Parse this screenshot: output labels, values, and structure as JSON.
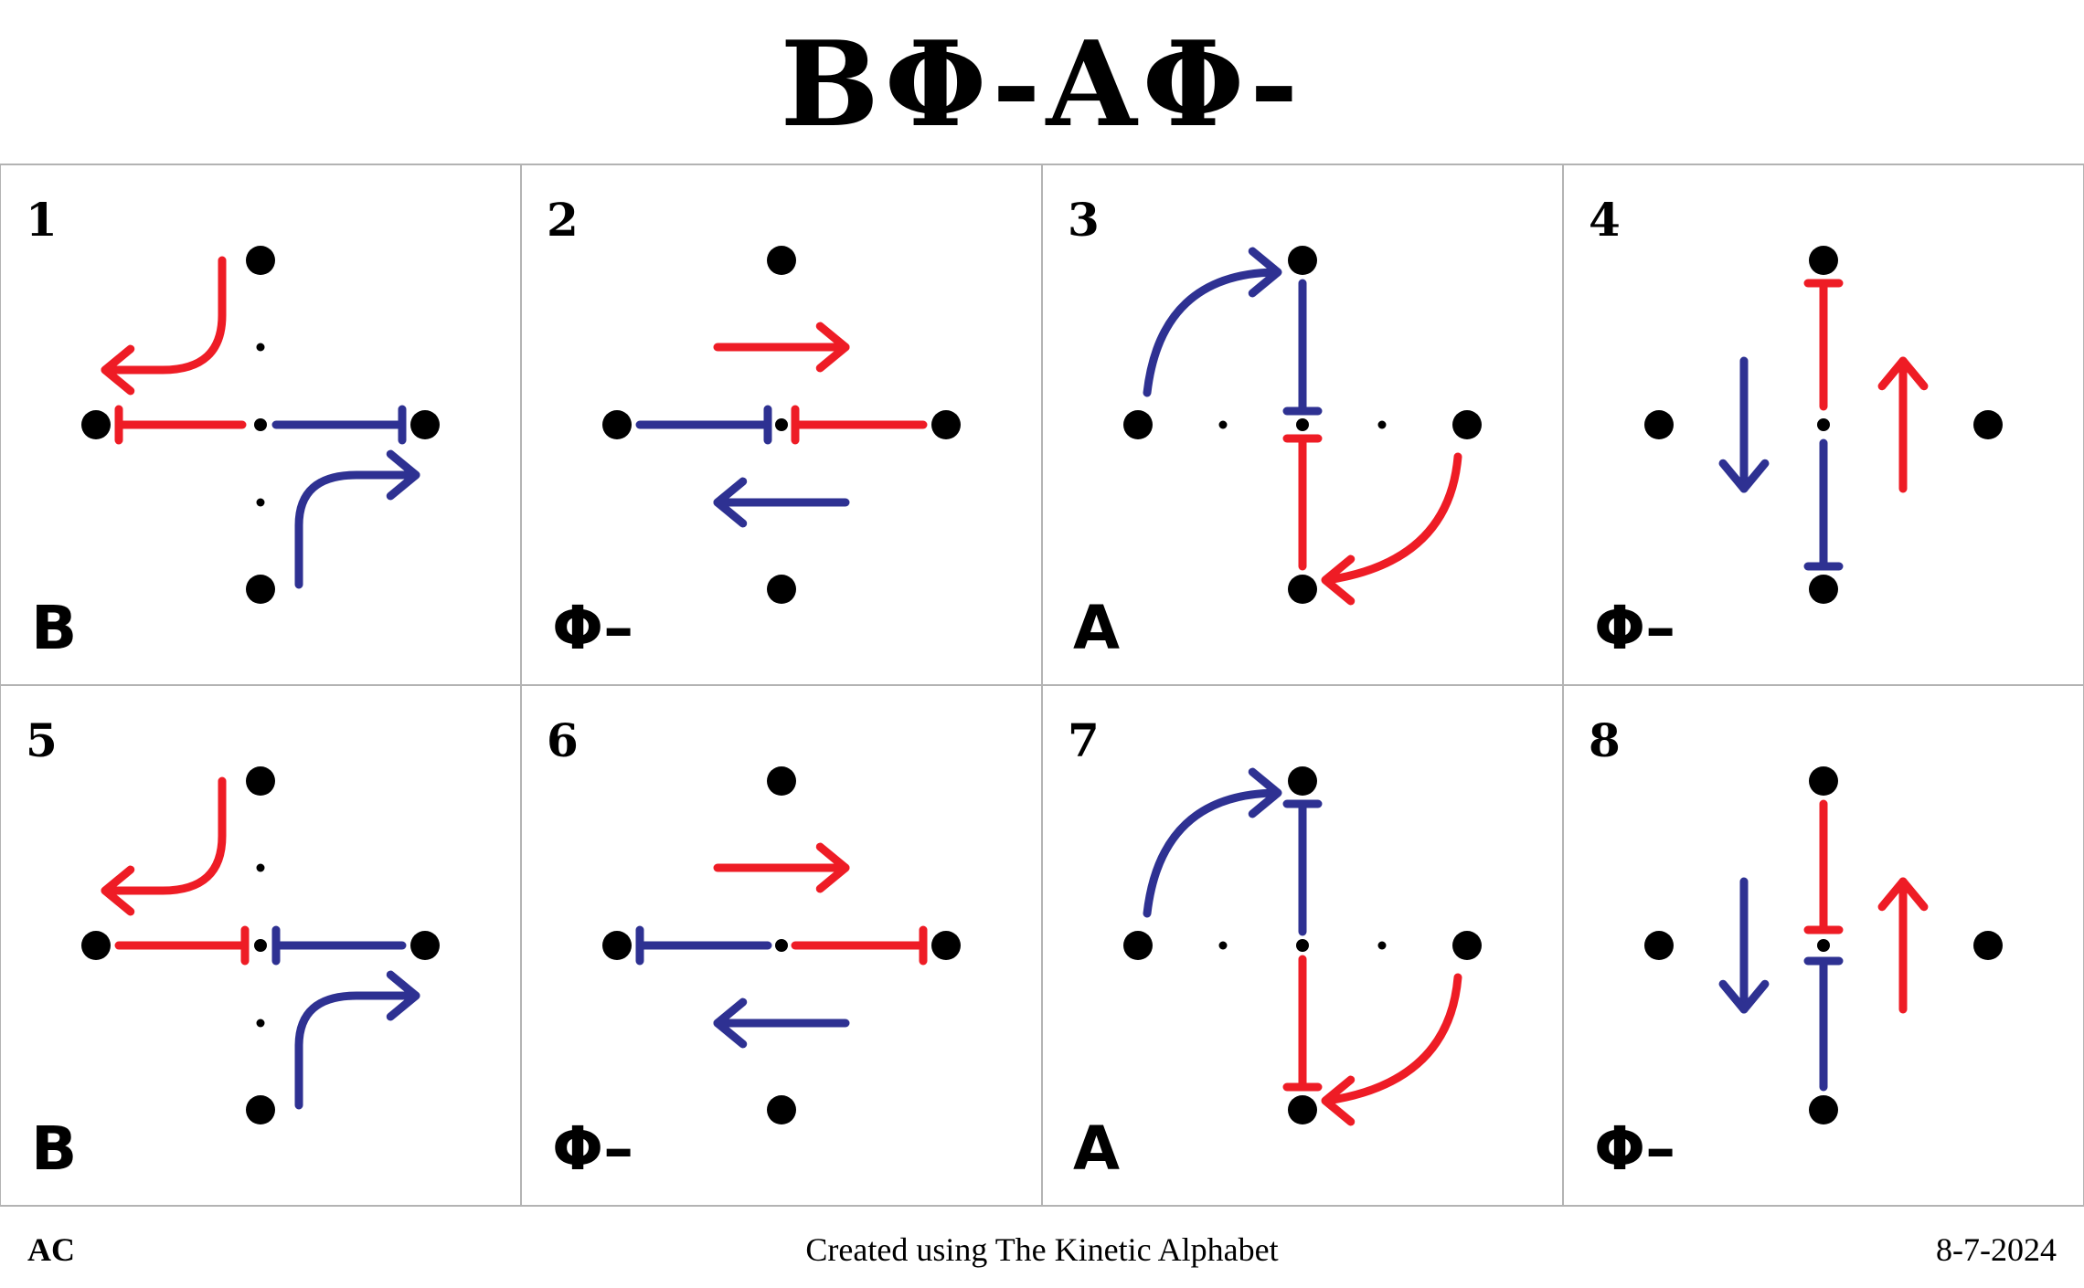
{
  "title": "BΦ-AΦ-",
  "colors": {
    "red": "#ee1c25",
    "blue": "#2e3192",
    "dot": "#000000",
    "grid": "#b3b3b3"
  },
  "panels": [
    {
      "number": "1",
      "label": "B",
      "kind": "B",
      "variant": "a"
    },
    {
      "number": "2",
      "label": "Φ–",
      "kind": "H",
      "variant": "a"
    },
    {
      "number": "3",
      "label": "A",
      "kind": "A",
      "variant": "a"
    },
    {
      "number": "4",
      "label": "Φ–",
      "kind": "V",
      "variant": "a"
    },
    {
      "number": "5",
      "label": "B",
      "kind": "B",
      "variant": "b"
    },
    {
      "number": "6",
      "label": "Φ–",
      "kind": "H",
      "variant": "b"
    },
    {
      "number": "7",
      "label": "A",
      "kind": "A",
      "variant": "b"
    },
    {
      "number": "8",
      "label": "Φ–",
      "kind": "V",
      "variant": "b"
    }
  ],
  "footer": {
    "left": "AC",
    "center": "Created using The Kinetic Alphabet",
    "right": "8-7-2024"
  }
}
